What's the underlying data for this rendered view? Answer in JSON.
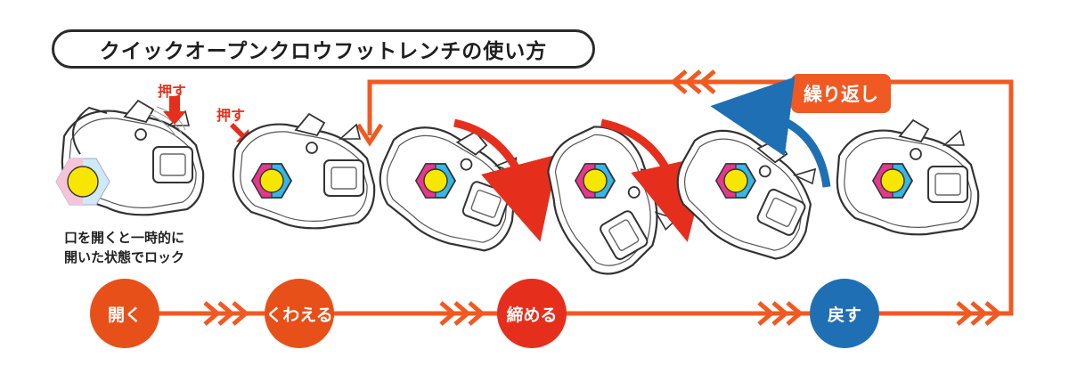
{
  "title": "クイックオープンクロウフットレンチの使い方",
  "note": {
    "line1": "口を開くと一時的に",
    "line2": "開いた状態でロック"
  },
  "push_labels": [
    "押す",
    "押す"
  ],
  "repeat_label": "繰り返し",
  "steps": [
    {
      "label": "開く",
      "color": "#e8501a"
    },
    {
      "label": "くわえる",
      "color": "#e8501a"
    },
    {
      "label": "締める",
      "color": "#e62e1c"
    },
    {
      "label": "戻す",
      "color": "#1f6fb5"
    }
  ],
  "colors": {
    "flow_line": "#f05a22",
    "tighten_arrow": "#e62e1c",
    "return_arrow": "#1f6fb5",
    "bolt_center": "#f7e600",
    "hex_blue": "#37b6e8",
    "hex_pink": "#e4388c",
    "outline": "#333333"
  },
  "icons": [
    "wrench-open-icon",
    "wrench-icon",
    "hex-bolt-icon",
    "chevron-arrow-icon",
    "rotate-arrow-icon",
    "press-arrow-icon"
  ]
}
